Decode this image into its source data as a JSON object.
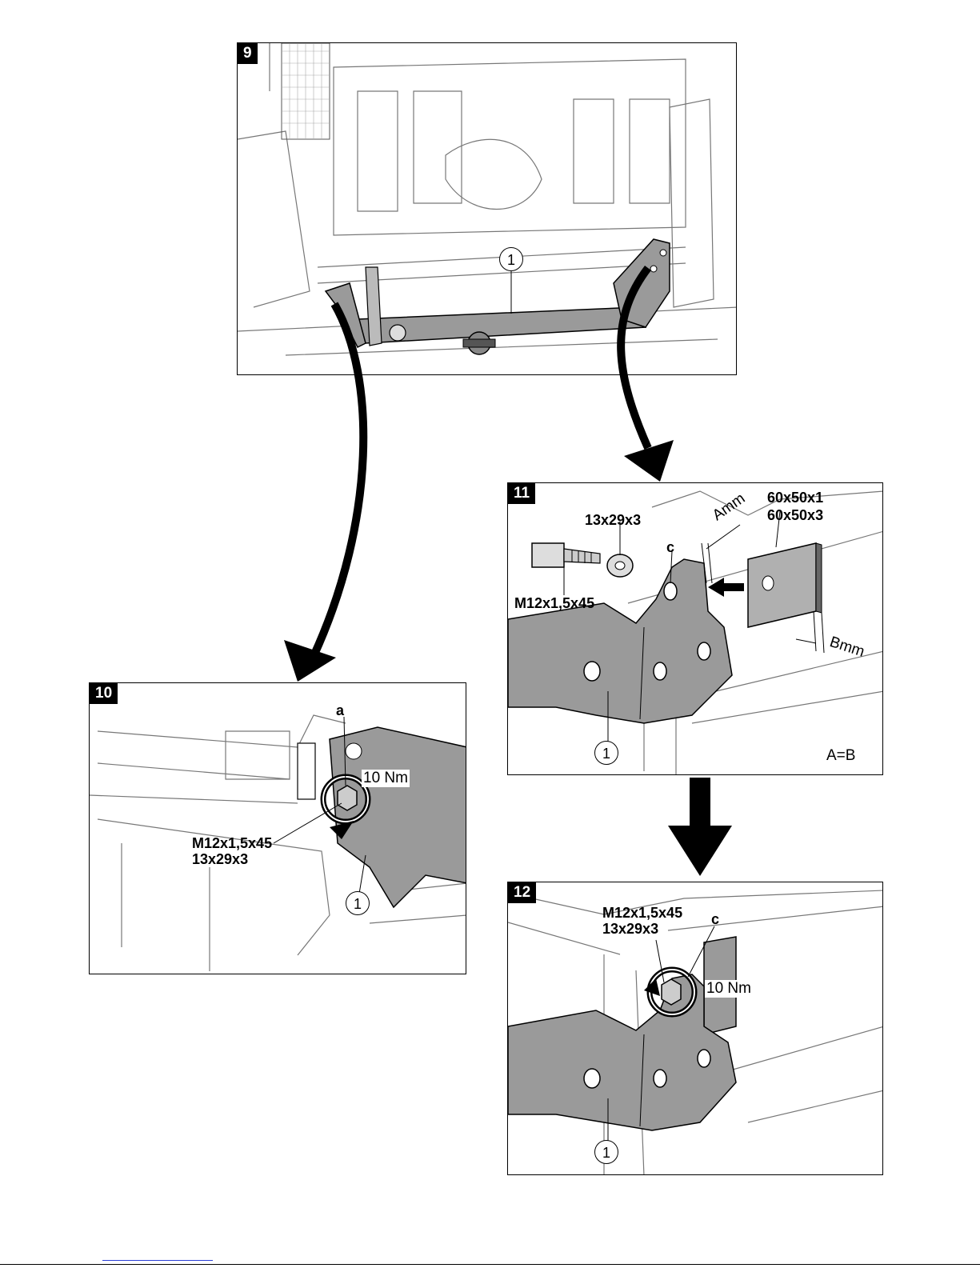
{
  "figures": [
    {
      "number": "9",
      "part_label": "1"
    },
    {
      "number": "10",
      "part_label": "1",
      "detail_label": "a",
      "bolt": "M12x1,5x45",
      "washer": "13x29x3",
      "torque": "10 Nm"
    },
    {
      "number": "11",
      "part_label": "1",
      "detail_label": "c",
      "bolt": "M12x1,5x45",
      "washer": "13x29x3",
      "plate_1": "60x50x1",
      "plate_2": "60x50x3",
      "dim_a": "Amm",
      "dim_b": "Bmm",
      "equation": "A=B"
    },
    {
      "number": "12",
      "part_label": "1",
      "detail_label": "c",
      "bolt": "M12x1,5x45",
      "washer": "13x29x3",
      "torque": "10 Nm"
    }
  ],
  "colors": {
    "ink": "#000000",
    "bracket_grey": "#9a9a9a",
    "link_blue": "#2b3fd6"
  }
}
